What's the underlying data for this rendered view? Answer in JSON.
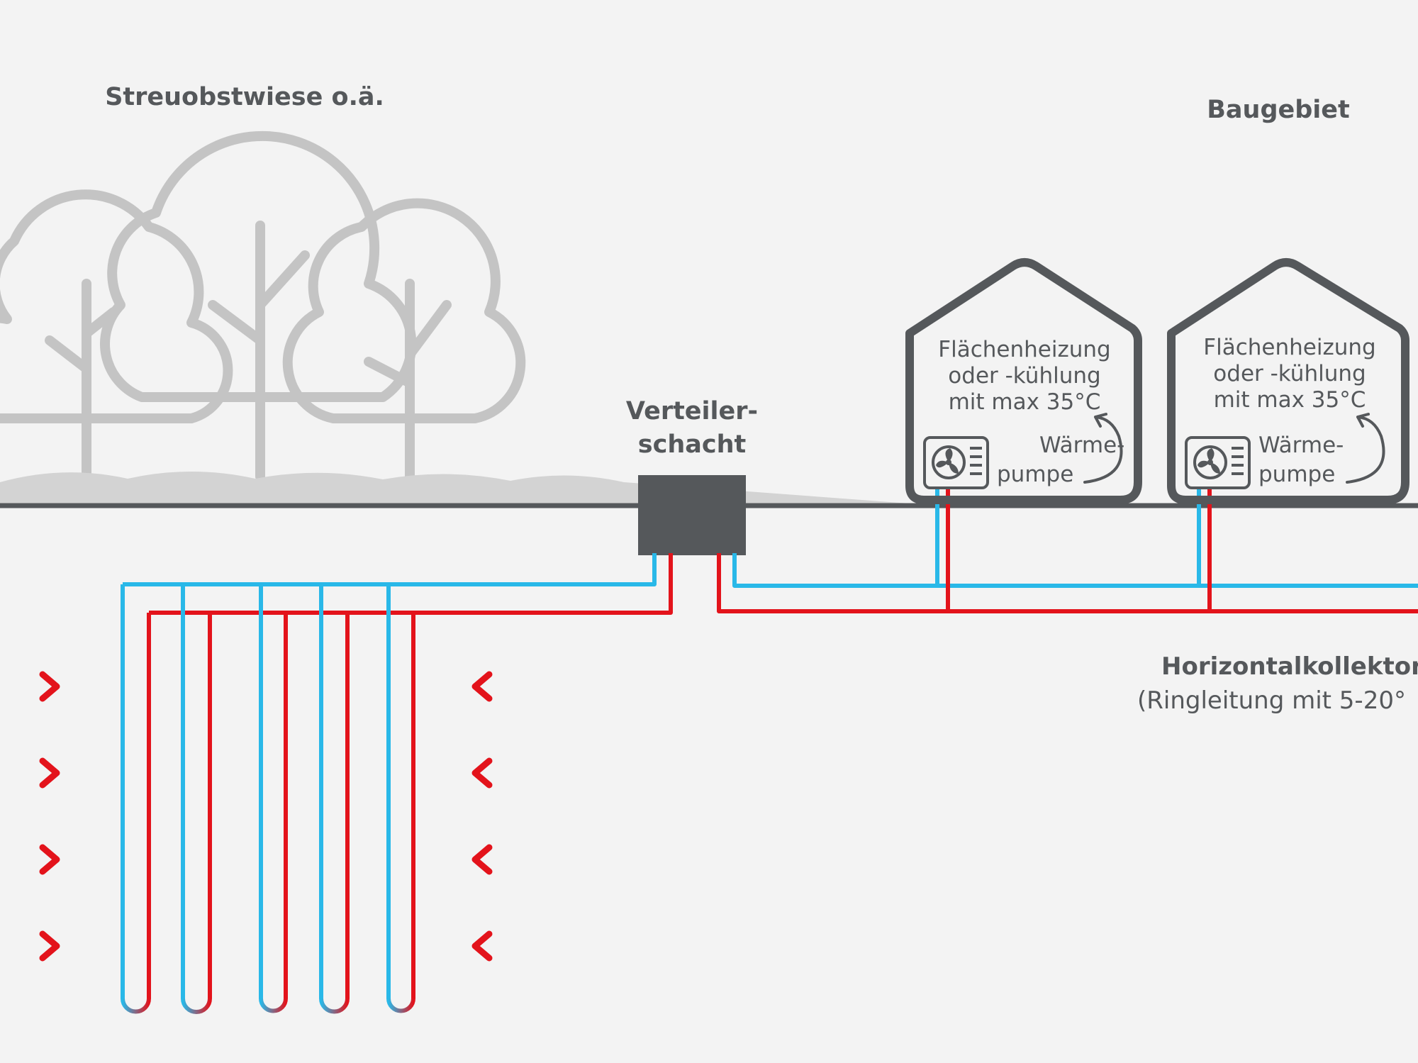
{
  "labels": {
    "orchard": "Streuobstwiese o.ä.",
    "building_area": "Baugebiet",
    "distribution_line1": "Verteiler-",
    "distribution_line2": "schacht",
    "collector_title": "Horizontalkollektor",
    "collector_sub": "(Ringleitung mit 5-20°"
  },
  "houses": [
    {
      "line1": "Flächenheizung",
      "line2": "oder -kühlung",
      "line3": "mit max 35°C",
      "pump_line1": "Wärme-",
      "pump_line2": "pumpe"
    },
    {
      "line1": "Flächenheizung",
      "line2": "oder -kühlung",
      "line3": "mit max 35°C",
      "pump_line1": "Wärme-",
      "pump_line2": "pumpe"
    }
  ],
  "colors": {
    "cold_pipe": "#29b8e8",
    "warm_pipe": "#e3131b",
    "ground_line": "#55585b",
    "tree_outline": "#c4c4c4",
    "house_outline": "#55585b",
    "distribution_box": "#55585b"
  }
}
